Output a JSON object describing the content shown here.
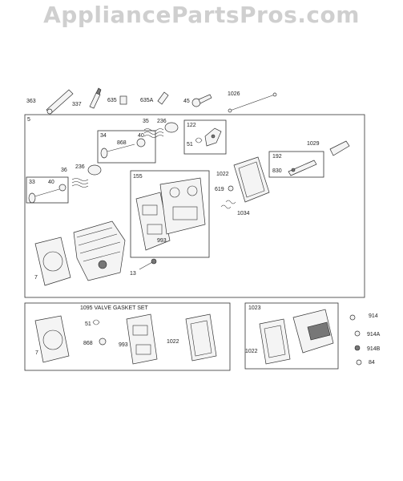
{
  "watermark": "AppliancePartsPros.com",
  "labels": {
    "l363": "363",
    "l337": "337",
    "l635": "635",
    "l635a": "635A",
    "l45": "45",
    "l1026": "1026",
    "l5": "5",
    "l35": "35",
    "l236a": "236",
    "l122": "122",
    "l51a": "51",
    "l34": "34",
    "l868a": "868",
    "l40a": "40",
    "l1029": "1029",
    "l192": "192",
    "l830": "830",
    "l36": "36",
    "l236b": "236",
    "l155": "155",
    "l1022a": "1022",
    "l619": "619",
    "l33": "33",
    "l40b": "40",
    "l1034": "1034",
    "l993a": "993",
    "l13": "13",
    "l7a": "7",
    "l1095": "1095 VALVE GASKET SET",
    "l51b": "51",
    "l868b": "868",
    "l993b": "993",
    "l1022b": "1022",
    "l7b": "7",
    "l1023": "1023",
    "l1022c": "1022",
    "l914": "914",
    "l914a": "914A",
    "l914b": "914B",
    "l84": "84"
  }
}
